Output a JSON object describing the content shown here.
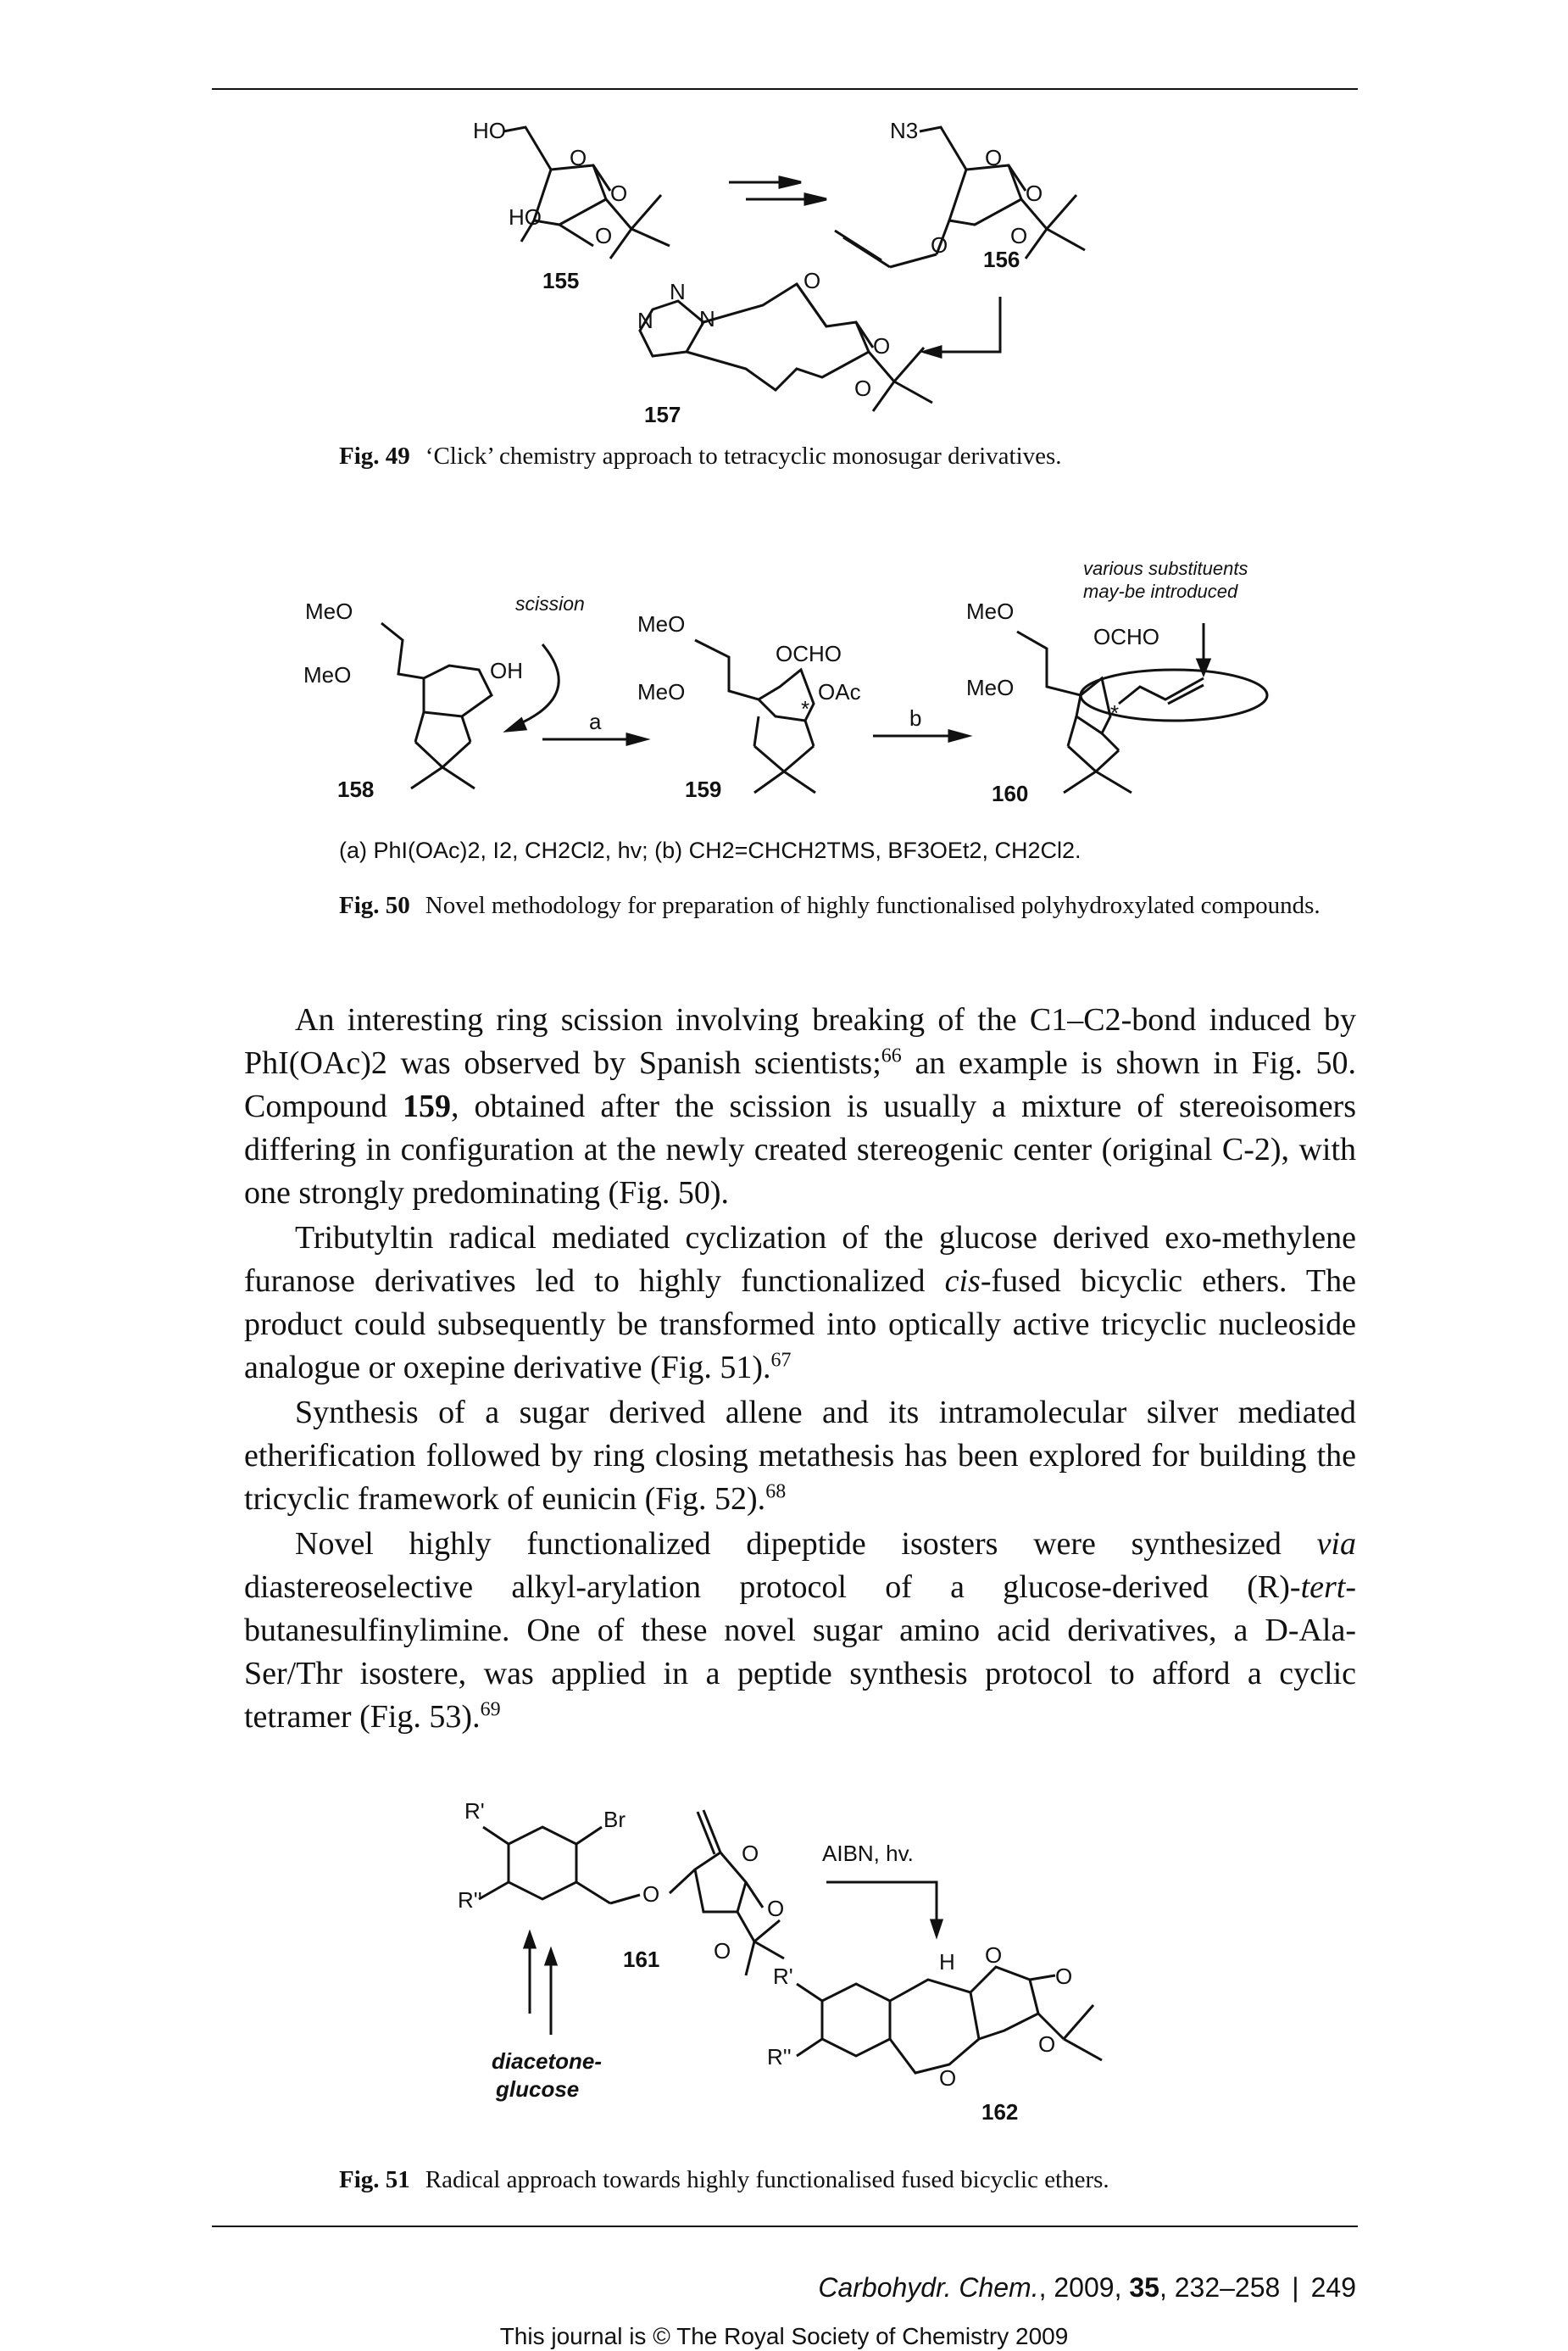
{
  "fig49": {
    "labels": {
      "c155": "155",
      "c156": "156",
      "c157": "157",
      "ho1": "HO",
      "ho2": "HO",
      "o": "O",
      "n3": "N3",
      "n": "N"
    },
    "caption_num": "Fig. 49",
    "caption_text": "‘Click’ chemistry approach to tetracyclic monosugar derivatives."
  },
  "fig50": {
    "labels": {
      "c158": "158",
      "c159": "159",
      "c160": "160",
      "meo": "MeO",
      "oh": "OH",
      "ocho": "OCHO",
      "oac": "OAc",
      "scission": "scission",
      "various": "various substituents",
      "maybe": "may-be introduced",
      "a": "a",
      "b": "b",
      "star": "*"
    },
    "conditions": "(a) PhI(OAc)2, I2, CH2Cl2, hv; (b) CH2=CHCH2TMS, BF3OEt2, CH2Cl2.",
    "caption_num": "Fig. 50",
    "caption_text": "Novel methodology for preparation of highly functionalised polyhydroxylated compounds."
  },
  "body": {
    "p1a": "An interesting ring scission involving breaking of the C1–C2-bond induced by PhI(OAc)2 was observed by Spanish scientists;",
    "p1ref": "66",
    "p1b": " an example is shown in Fig. 50. Compound ",
    "p1bold": "159",
    "p1c": ", obtained after the scission is usually a mixture of stereoisomers differing in configuration at the newly created stereogenic center (original C-2), with one strongly predominating (Fig. 50).",
    "p2a": "Tributyltin radical mediated cyclization of the glucose derived exo-methylene furanose derivatives led to highly functionalized ",
    "p2it": "cis",
    "p2b": "-fused bicyclic ethers. The product could subsequently be transformed into optically active tricyclic nucleoside analogue or oxepine derivative (Fig. 51).",
    "p2ref": "67",
    "p3a": "Synthesis of a sugar derived allene and its intramolecular silver mediated etherification followed by ring closing metathesis has been explored for building the tricyclic framework of eunicin (Fig. 52).",
    "p3ref": "68",
    "p4a": "Novel highly functionalized dipeptide isosters were synthesized ",
    "p4it1": "via",
    "p4b": " diastereoselective alkyl-arylation protocol of a glucose-derived (R)-",
    "p4it2": "tert",
    "p4c": "-butanesulfinylimine. One of these novel sugar amino acid derivatives, a D-Ala-Ser/Thr isostere, was applied in a peptide synthesis protocol to afford a cyclic tetramer (Fig. 53).",
    "p4ref": "69"
  },
  "fig51": {
    "labels": {
      "c161": "161",
      "c162": "162",
      "rp": "R'",
      "rpp": "R''",
      "br": "Br",
      "o": "O",
      "h": "H",
      "aibn": "AIBN, hv.",
      "diacetone": "diacetone-",
      "glucose": "glucose"
    },
    "caption_num": "Fig. 51",
    "caption_text": "Radical approach towards highly functionalised fused bicyclic ethers."
  },
  "footer": {
    "journal": "Carbohydr. Chem.",
    "year_vol": ", 2009, ",
    "volume": "35",
    "pages": ", 232–258",
    "page_num": "249",
    "copyright": "This journal is © The Royal Society of Chemistry 2009"
  }
}
